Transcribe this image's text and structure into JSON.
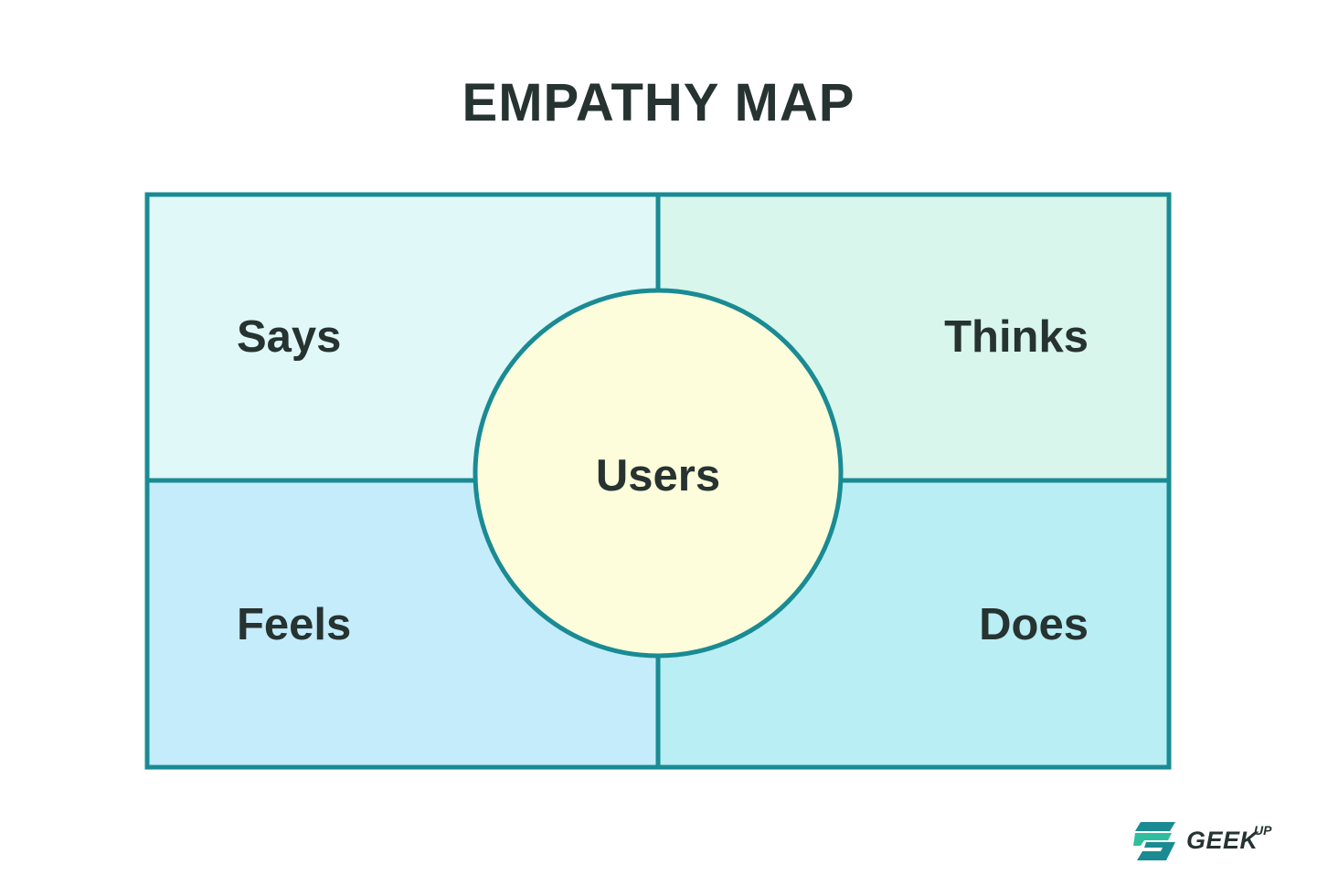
{
  "title": "EMPATHY MAP",
  "quadrants": {
    "says": "Says",
    "thinks": "Thinks",
    "feels": "Feels",
    "does": "Does"
  },
  "center": "Users",
  "logo": {
    "name": "GEEK",
    "superscript": "UP"
  },
  "colors": {
    "border": "#1a8b93",
    "says_fill": "#e0f8f8",
    "thinks_fill": "#d8f6ec",
    "feels_fill": "#c5ecfb",
    "does_fill": "#b8eef4",
    "center_fill": "#fdfddc",
    "text": "#263331",
    "logo_accent": "#2fbf9e"
  }
}
